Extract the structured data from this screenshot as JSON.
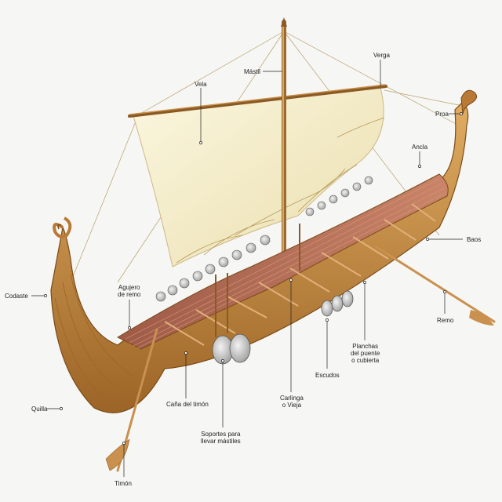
{
  "labels": {
    "vela": "Vela",
    "mastil": "Mástil",
    "verga": "Verga",
    "proa": "Proa",
    "ancla": "Ancla",
    "baos": "Baos",
    "remo": "Remo",
    "codaste": "Codaste",
    "agujero_remo": "Agujero\nde remo",
    "planchas": "Planchas\ndel puente\no cubierta",
    "escudos": "Escudos",
    "carlinga": "Carlinga\no Vieja",
    "cana_timon": "Caña del timón",
    "soportes": "Soportes para\nllevar mástiles",
    "quilla": "Quilla",
    "timon": "Timón"
  },
  "colors": {
    "background": "#f6f6f4",
    "sail": "#f4ecc9",
    "hull_wood": "#c98c45",
    "deck": "#b8705a",
    "shield": "#c9c9c9",
    "leader_line": "#222222"
  }
}
